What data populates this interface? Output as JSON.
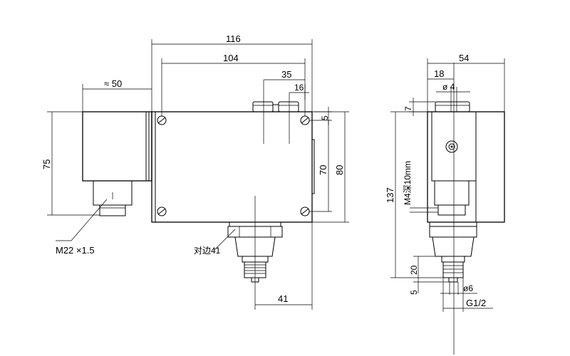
{
  "front_view": {
    "dim_total_width": "116",
    "dim_hole_spacing": "104",
    "dim_35": "35",
    "dim_16": "16",
    "dim_approx_50": "≈ 50",
    "dim_75": "75",
    "dim_5": "5",
    "dim_70": "70",
    "dim_80": "80",
    "dim_41": "41",
    "thread_label": "M22 ×1.5",
    "wrench_label": "对边41"
  },
  "side_view": {
    "dim_54": "54",
    "dim_18": "18",
    "dim_dia4": "ø 4",
    "dim_7": "7",
    "dim_137": "137",
    "screw_label": "M4深10mm",
    "dim_20": "20",
    "dim_5": "5",
    "dim_dia6": "ø6",
    "thread_label": "G1/2"
  }
}
